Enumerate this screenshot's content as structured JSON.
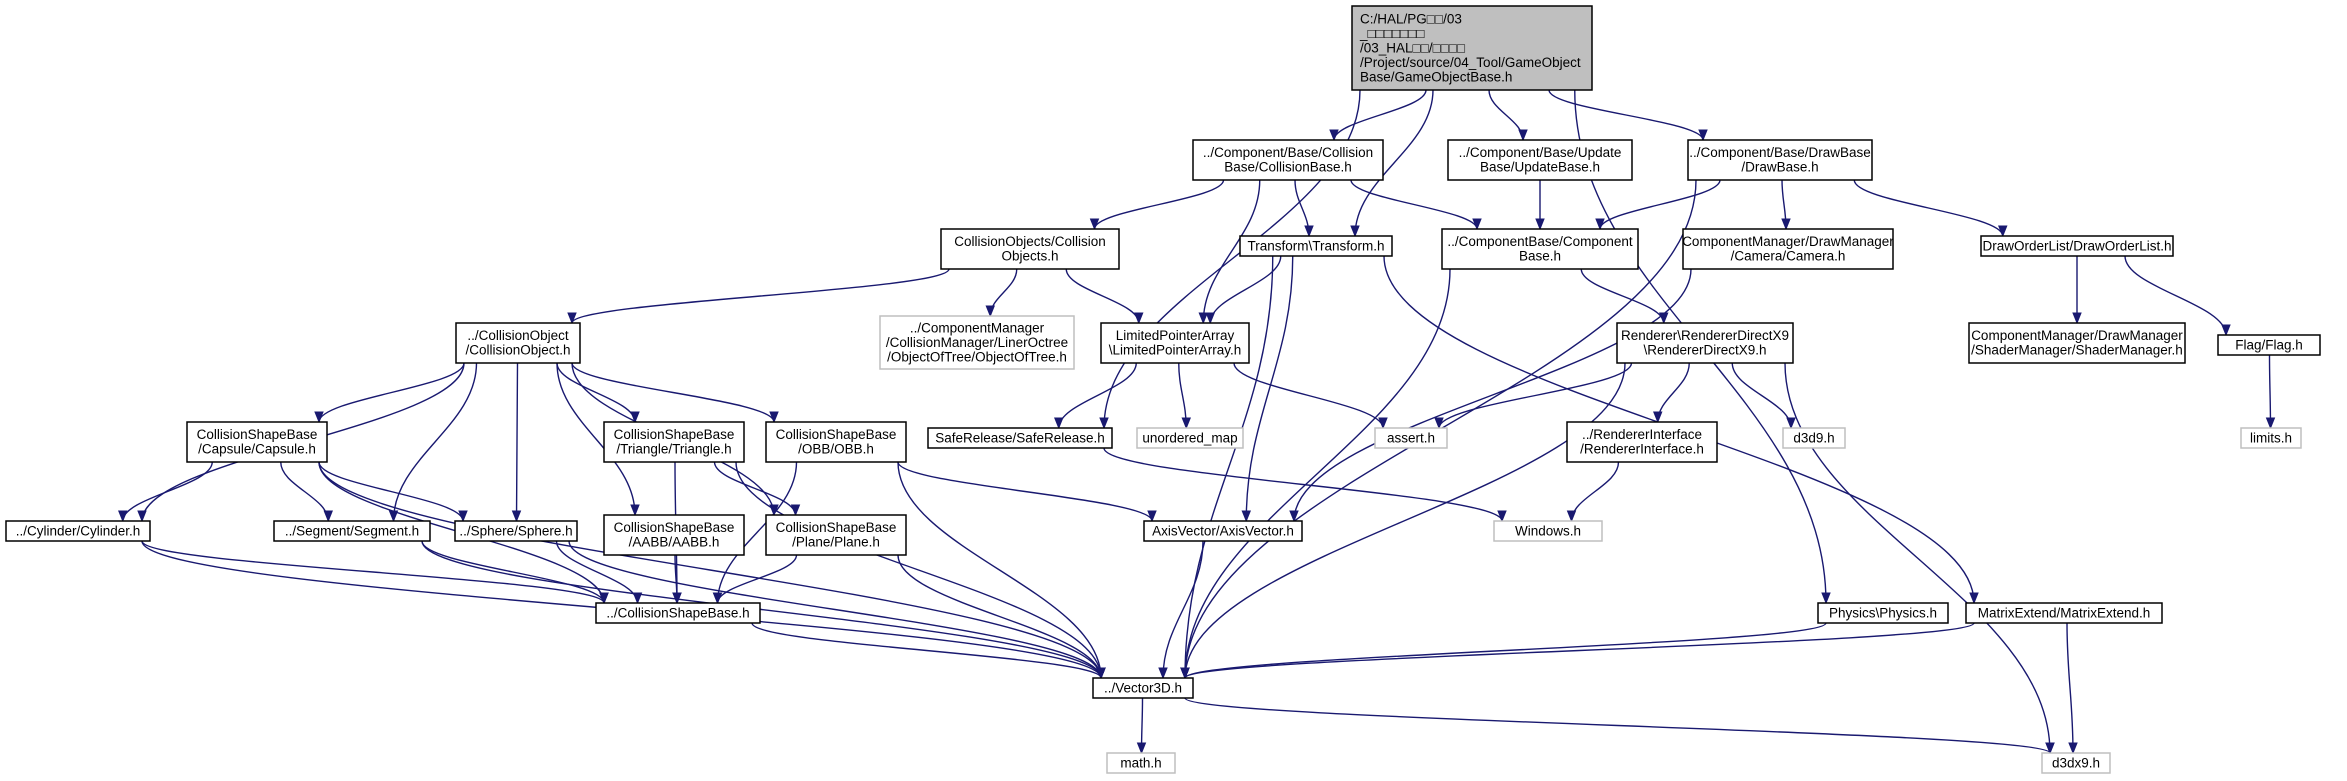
{
  "colors": {
    "edge": "#191970",
    "root_fill": "#bfbfbf",
    "node_border": "#000000",
    "external_border": "#bfbfbf"
  },
  "nodes": [
    {
      "id": "root",
      "kind": "root",
      "lines": [
        "C:/HAL/PG□□/03",
        "_□□□□□□□",
        "/03_HAL□□/□□□□",
        "/Project/source/04_Tool/GameObject",
        "Base/GameObjectBase.h"
      ]
    },
    {
      "id": "collisionbase",
      "kind": "main",
      "lines": [
        "../Component/Base/Collision",
        "Base/CollisionBase.h"
      ]
    },
    {
      "id": "updatebase",
      "kind": "main",
      "lines": [
        "../Component/Base/Update",
        "Base/UpdateBase.h"
      ]
    },
    {
      "id": "drawbase",
      "kind": "main",
      "lines": [
        "../Component/Base/DrawBase",
        "/DrawBase.h"
      ]
    },
    {
      "id": "collisionobjects",
      "kind": "main",
      "lines": [
        "CollisionObjects/Collision",
        "Objects.h"
      ]
    },
    {
      "id": "transform",
      "kind": "main",
      "lines": [
        "Transform\\Transform.h"
      ]
    },
    {
      "id": "componentbase",
      "kind": "main",
      "lines": [
        "../ComponentBase/Component",
        "Base.h"
      ]
    },
    {
      "id": "camera",
      "kind": "main",
      "lines": [
        "ComponentManager/DrawManager",
        "/Camera/Camera.h"
      ]
    },
    {
      "id": "draworderlist",
      "kind": "main",
      "lines": [
        "DrawOrderList/DrawOrderList.h"
      ]
    },
    {
      "id": "objectoftree",
      "kind": "ext",
      "lines": [
        "../ComponentManager",
        "/CollisionManager/LinerOctree",
        "/ObjectOfTree/ObjectOfTree.h"
      ]
    },
    {
      "id": "limitedpointer",
      "kind": "main",
      "lines": [
        "LimitedPointerArray",
        "\\LimitedPointerArray.h"
      ]
    },
    {
      "id": "rendererdirectx9",
      "kind": "main",
      "lines": [
        "Renderer\\RendererDirectX9",
        "\\RendererDirectX9.h"
      ]
    },
    {
      "id": "shadermanager",
      "kind": "main",
      "lines": [
        "ComponentManager/DrawManager",
        "/ShaderManager/ShaderManager.h"
      ]
    },
    {
      "id": "flag",
      "kind": "main",
      "lines": [
        "Flag/Flag.h"
      ]
    },
    {
      "id": "collisionobject",
      "kind": "main",
      "lines": [
        "../CollisionObject",
        "/CollisionObject.h"
      ]
    },
    {
      "id": "unordered_map",
      "kind": "ext",
      "lines": [
        "unordered_map"
      ]
    },
    {
      "id": "assert",
      "kind": "ext",
      "lines": [
        "assert.h"
      ]
    },
    {
      "id": "d3d9",
      "kind": "ext",
      "lines": [
        "d3d9.h"
      ]
    },
    {
      "id": "limits",
      "kind": "ext",
      "lines": [
        "limits.h"
      ]
    },
    {
      "id": "capsule",
      "kind": "main",
      "lines": [
        "CollisionShapeBase",
        "/Capsule/Capsule.h"
      ]
    },
    {
      "id": "triangle",
      "kind": "main",
      "lines": [
        "CollisionShapeBase",
        "/Triangle/Triangle.h"
      ]
    },
    {
      "id": "obb",
      "kind": "main",
      "lines": [
        "CollisionShapeBase",
        "/OBB/OBB.h"
      ]
    },
    {
      "id": "saferelease",
      "kind": "main",
      "lines": [
        "SafeRelease/SafeRelease.h"
      ]
    },
    {
      "id": "rendererinterface",
      "kind": "main",
      "lines": [
        "../RendererInterface",
        "/RendererInterface.h"
      ]
    },
    {
      "id": "cylinder",
      "kind": "main",
      "lines": [
        "../Cylinder/Cylinder.h"
      ]
    },
    {
      "id": "segment",
      "kind": "main",
      "lines": [
        "../Segment/Segment.h"
      ]
    },
    {
      "id": "sphere",
      "kind": "main",
      "lines": [
        "../Sphere/Sphere.h"
      ]
    },
    {
      "id": "aabb",
      "kind": "main",
      "lines": [
        "CollisionShapeBase",
        "/AABB/AABB.h"
      ]
    },
    {
      "id": "plane",
      "kind": "main",
      "lines": [
        "CollisionShapeBase",
        "/Plane/Plane.h"
      ]
    },
    {
      "id": "axisvector",
      "kind": "main",
      "lines": [
        "AxisVector/AxisVector.h"
      ]
    },
    {
      "id": "windows",
      "kind": "ext",
      "lines": [
        "Windows.h"
      ]
    },
    {
      "id": "collisionshapebase",
      "kind": "main",
      "lines": [
        "../CollisionShapeBase.h"
      ]
    },
    {
      "id": "physics",
      "kind": "main",
      "lines": [
        "Physics\\Physics.h"
      ]
    },
    {
      "id": "matrixextend",
      "kind": "main",
      "lines": [
        "MatrixExtend/MatrixExtend.h"
      ]
    },
    {
      "id": "vector3d",
      "kind": "main",
      "lines": [
        "../Vector3D.h"
      ]
    },
    {
      "id": "math",
      "kind": "ext",
      "lines": [
        "math.h"
      ]
    },
    {
      "id": "d3dx9",
      "kind": "ext",
      "lines": [
        "d3dx9.h"
      ]
    }
  ],
  "edges": [
    [
      "root",
      "collisionbase"
    ],
    [
      "root",
      "updatebase"
    ],
    [
      "root",
      "drawbase"
    ],
    [
      "root",
      "transform"
    ],
    [
      "root",
      "saferelease"
    ],
    [
      "root",
      "physics"
    ],
    [
      "collisionbase",
      "collisionobjects"
    ],
    [
      "collisionbase",
      "transform"
    ],
    [
      "collisionbase",
      "componentbase"
    ],
    [
      "collisionbase",
      "limitedpointer"
    ],
    [
      "updatebase",
      "componentbase"
    ],
    [
      "drawbase",
      "componentbase"
    ],
    [
      "drawbase",
      "camera"
    ],
    [
      "drawbase",
      "draworderlist"
    ],
    [
      "drawbase",
      "vector3d"
    ],
    [
      "collisionobjects",
      "objectoftree"
    ],
    [
      "collisionobjects",
      "limitedpointer"
    ],
    [
      "collisionobjects",
      "collisionobject"
    ],
    [
      "transform",
      "limitedpointer"
    ],
    [
      "transform",
      "axisvector"
    ],
    [
      "transform",
      "vector3d"
    ],
    [
      "transform",
      "matrixextend"
    ],
    [
      "componentbase",
      "rendererdirectx9"
    ],
    [
      "componentbase",
      "vector3d"
    ],
    [
      "camera",
      "axisvector"
    ],
    [
      "draworderlist",
      "shadermanager"
    ],
    [
      "draworderlist",
      "flag"
    ],
    [
      "flag",
      "limits"
    ],
    [
      "limitedpointer",
      "saferelease"
    ],
    [
      "limitedpointer",
      "unordered_map"
    ],
    [
      "limitedpointer",
      "assert"
    ],
    [
      "rendererdirectx9",
      "assert"
    ],
    [
      "rendererdirectx9",
      "d3d9"
    ],
    [
      "rendererdirectx9",
      "rendererinterface"
    ],
    [
      "rendererdirectx9",
      "vector3d"
    ],
    [
      "rendererdirectx9",
      "d3dx9"
    ],
    [
      "rendererinterface",
      "windows"
    ],
    [
      "saferelease",
      "windows"
    ],
    [
      "collisionobject",
      "capsule"
    ],
    [
      "collisionobject",
      "cylinder"
    ],
    [
      "collisionobject",
      "segment"
    ],
    [
      "collisionobject",
      "sphere"
    ],
    [
      "collisionobject",
      "aabb"
    ],
    [
      "collisionobject",
      "triangle"
    ],
    [
      "collisionobject",
      "obb"
    ],
    [
      "collisionobject",
      "plane"
    ],
    [
      "capsule",
      "cylinder"
    ],
    [
      "capsule",
      "segment"
    ],
    [
      "capsule",
      "sphere"
    ],
    [
      "capsule",
      "collisionshapebase"
    ],
    [
      "capsule",
      "vector3d"
    ],
    [
      "triangle",
      "plane"
    ],
    [
      "triangle",
      "collisionshapebase"
    ],
    [
      "triangle",
      "vector3d"
    ],
    [
      "obb",
      "collisionshapebase"
    ],
    [
      "obb",
      "axisvector"
    ],
    [
      "obb",
      "vector3d"
    ],
    [
      "cylinder",
      "collisionshapebase"
    ],
    [
      "cylinder",
      "vector3d"
    ],
    [
      "segment",
      "collisionshapebase"
    ],
    [
      "segment",
      "vector3d"
    ],
    [
      "sphere",
      "collisionshapebase"
    ],
    [
      "sphere",
      "vector3d"
    ],
    [
      "aabb",
      "collisionshapebase"
    ],
    [
      "plane",
      "collisionshapebase"
    ],
    [
      "plane",
      "vector3d"
    ],
    [
      "axisvector",
      "vector3d"
    ],
    [
      "collisionshapebase",
      "vector3d"
    ],
    [
      "physics",
      "vector3d"
    ],
    [
      "matrixextend",
      "vector3d"
    ],
    [
      "matrixextend",
      "d3dx9"
    ],
    [
      "vector3d",
      "math"
    ],
    [
      "vector3d",
      "d3dx9"
    ]
  ]
}
